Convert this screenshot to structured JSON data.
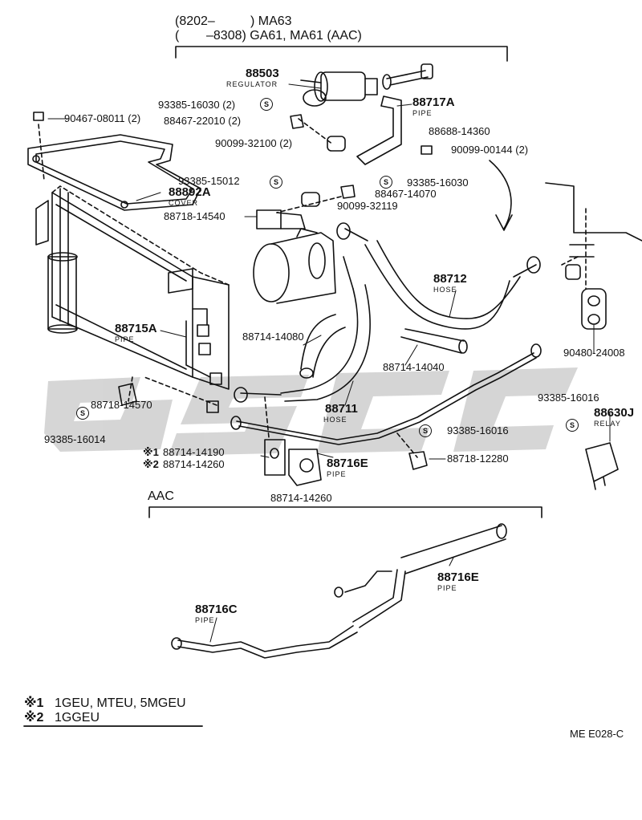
{
  "header": {
    "line1_left": "(8202–",
    "line1_right": ") MA63",
    "line2_left": "(",
    "line2_right": "–8308) GA61, MA61 (AAC)"
  },
  "parts": {
    "p88503": {
      "number": "88503",
      "name": "REGULATOR"
    },
    "p88717A": {
      "number": "88717A",
      "name": "PIPE"
    },
    "p88892A": {
      "number": "88892A",
      "name": "COVER"
    },
    "p88712": {
      "number": "88712",
      "name": "HOSE"
    },
    "p88715A": {
      "number": "88715A",
      "name": "PIPE"
    },
    "p88711": {
      "number": "88711",
      "name": "HOSE"
    },
    "p88716E_main": {
      "number": "88716E",
      "name": "PIPE"
    },
    "p88630J": {
      "number": "88630J",
      "name": "RELAY"
    },
    "p88716E_aac": {
      "number": "88716E",
      "name": "PIPE"
    },
    "p88716C": {
      "number": "88716C",
      "name": "PIPE"
    }
  },
  "refs": {
    "r1": "93385-16030 (2)",
    "r2": "88467-22010 (2)",
    "r3": "90467-08011 (2)",
    "r4": "88688-14360",
    "r5": "90099-32100 (2)",
    "r6": "90099-00144 (2)",
    "r7": "93385-15012",
    "r8": "93385-16030",
    "r9": "88467-14070",
    "r10": "90099-32119",
    "r11": "88718-14540",
    "r12": "88714-14080",
    "r13": "88714-14040",
    "r14": "90480-24008",
    "r15": "93385-16016",
    "r16": "93385-16016",
    "r17": "88718-14570",
    "r18": "93385-16014",
    "r19": "88714-14190",
    "r20": "88714-14260",
    "r21": "88714-14260",
    "r22": "88718-12280"
  },
  "marks": {
    "s": "S",
    "note1": "※1",
    "note2": "※2"
  },
  "aac_label": "AAC",
  "footnotes": {
    "n1_mark": "※1",
    "n1_text": "1GEU, MTEU, 5MGEU",
    "n2_mark": "※2",
    "n2_text": "1GGEU"
  },
  "diagram_code": "ME  E028-C",
  "watermark_text": "gsc"
}
